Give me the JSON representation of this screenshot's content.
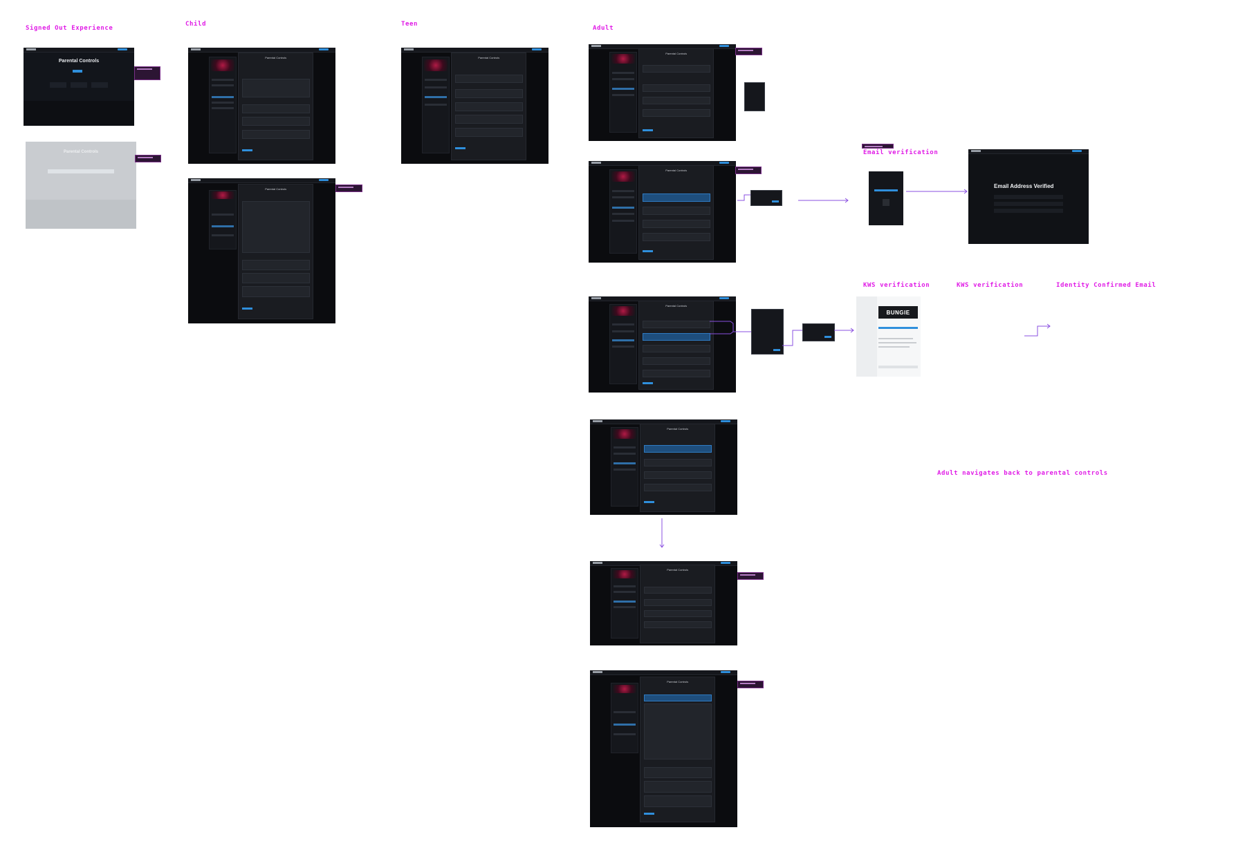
{
  "section_labels": {
    "signed_out": "Signed Out Experience",
    "child": "Child",
    "teen": "Teen",
    "adult": "Adult",
    "email_verification": "Email verification",
    "kws_verification_1": "KWS verification",
    "kws_verification_2": "KWS verification",
    "identity_confirmed": "Identity Confirmed Email",
    "adult_back": "Adult navigates back to parental controls"
  },
  "screens": {
    "parental_title": "Parental Controls",
    "email_verified_title": "Email Address Verified",
    "bungie_logo_text": "BUNGIE"
  },
  "colors": {
    "label": "#e01be6",
    "connector": "#8a4fe0",
    "screen_bg": "#0b0c0f",
    "accent": "#2f8fdc"
  }
}
